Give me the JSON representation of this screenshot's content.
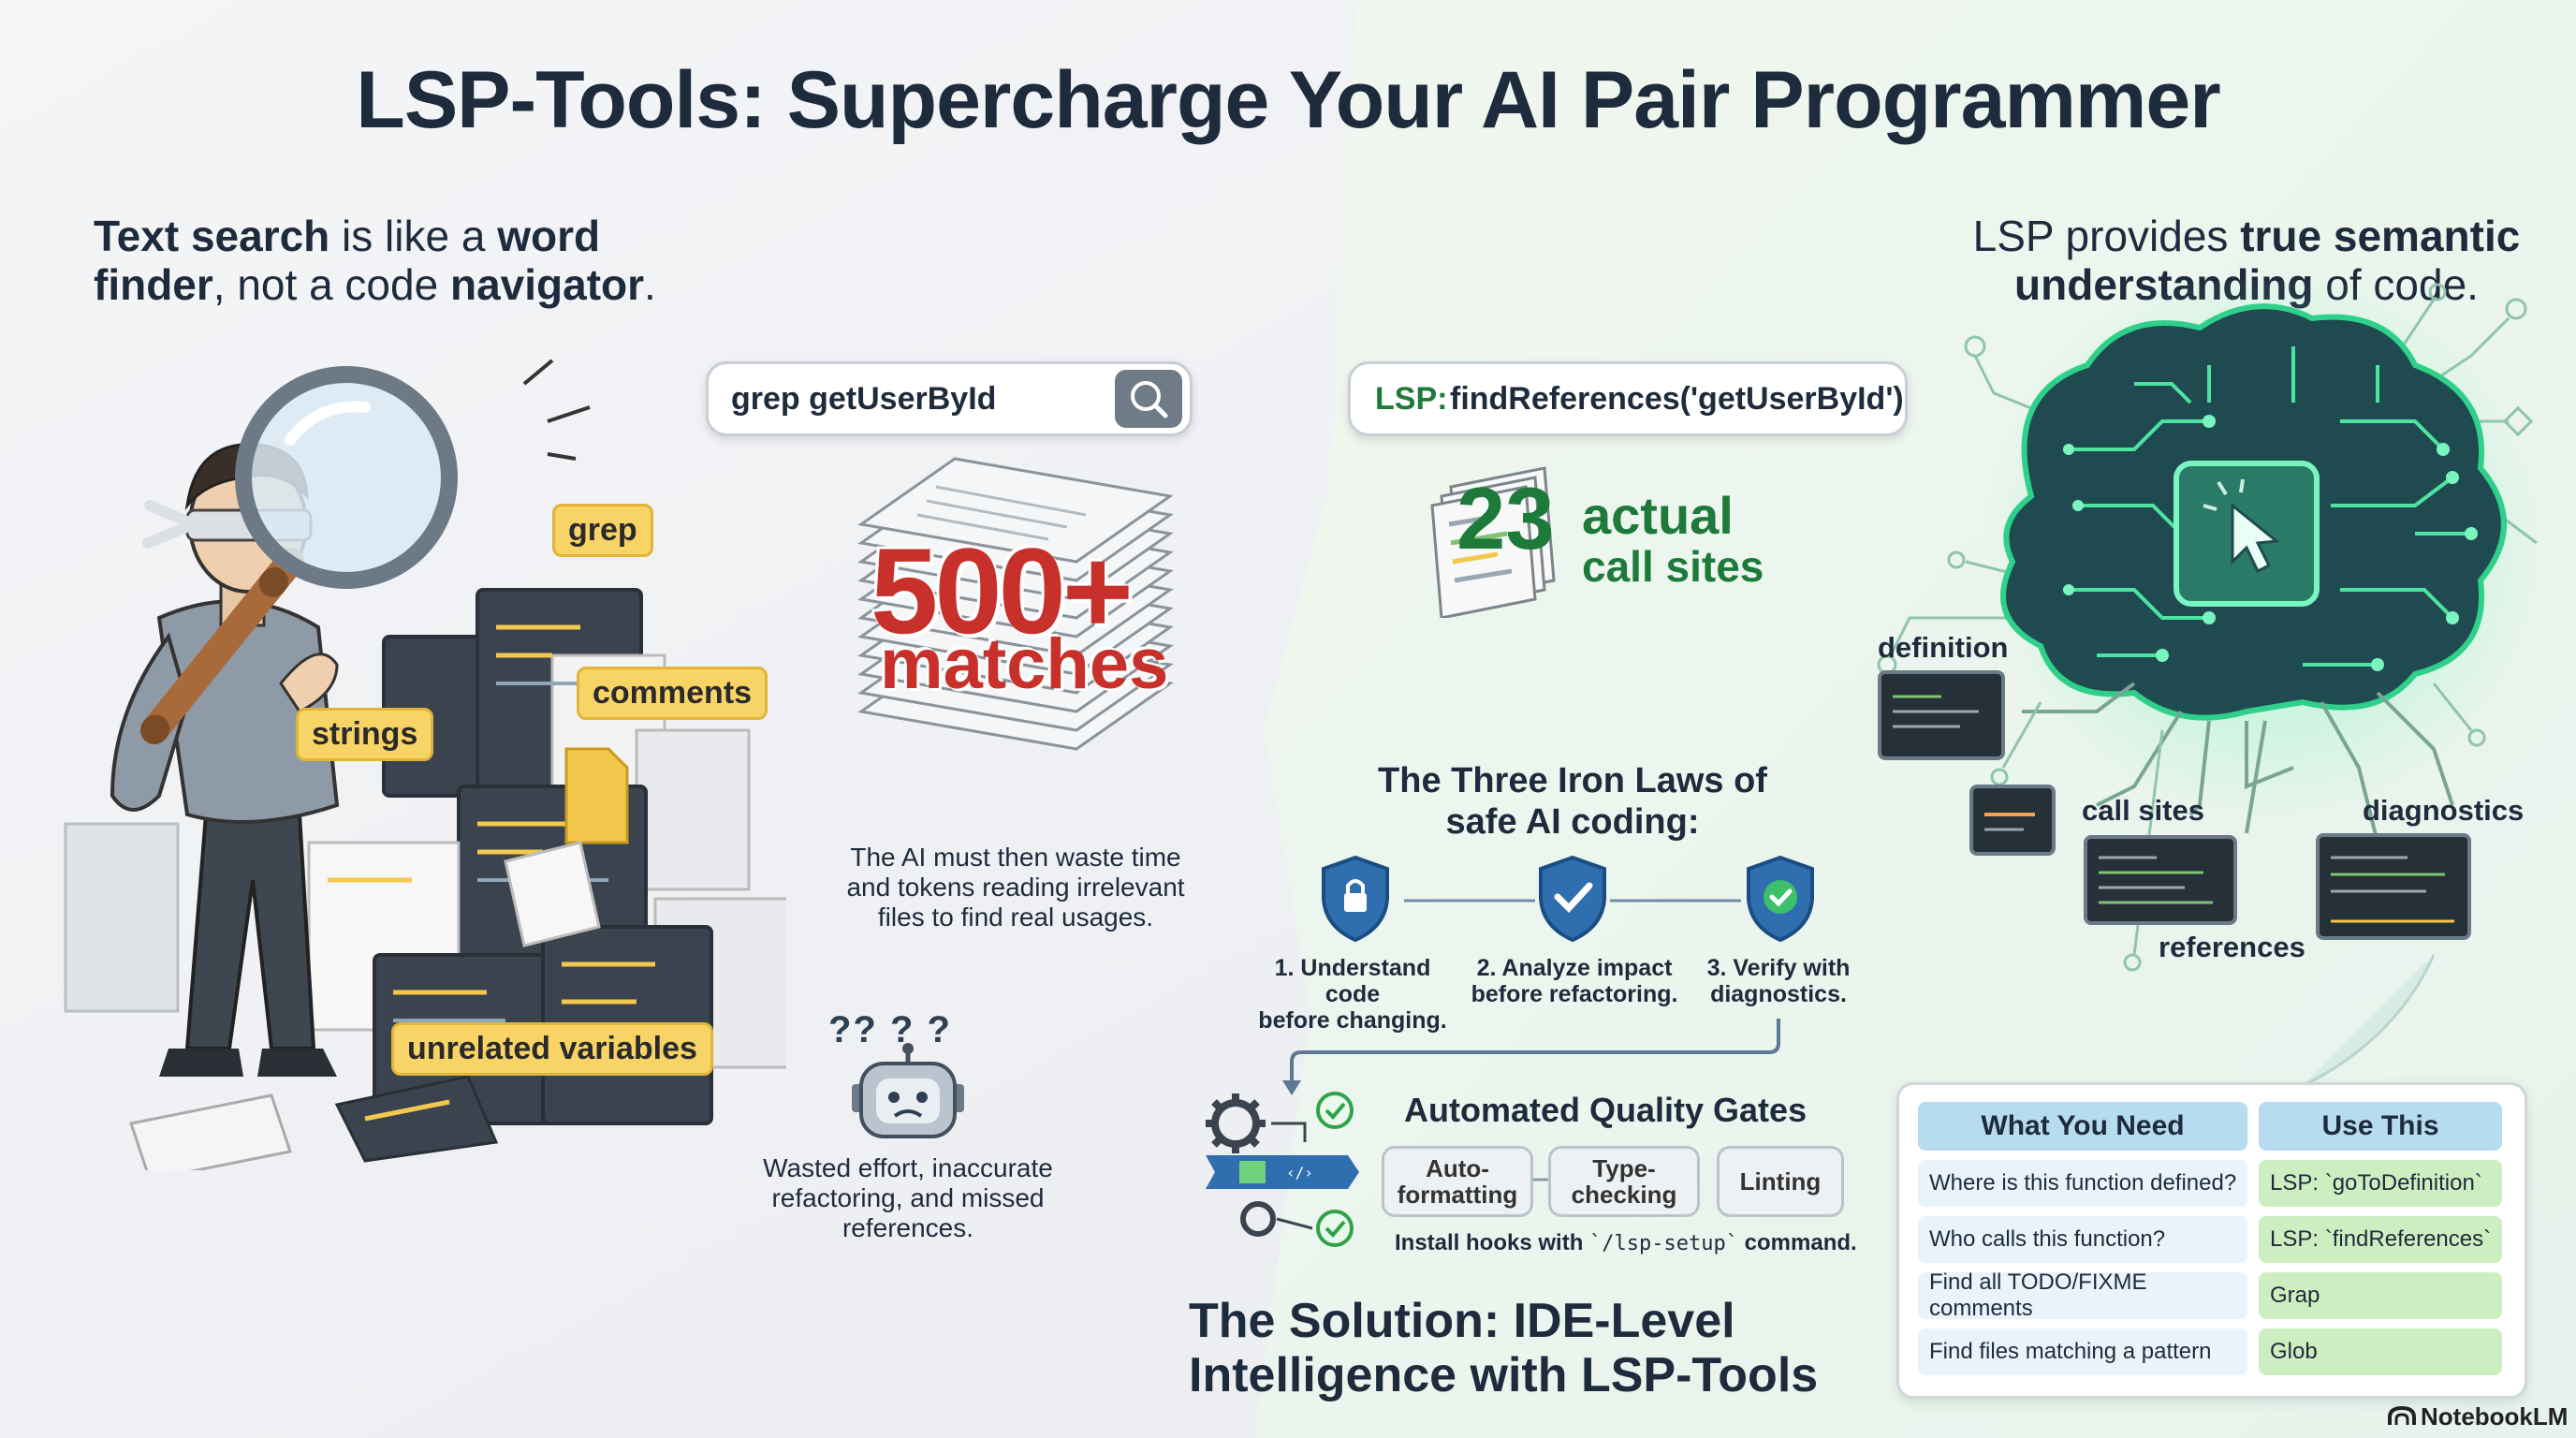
{
  "title": "LSP-Tools: Supercharge Your AI Pair Programmer",
  "left": {
    "lead": {
      "b1": "Text search",
      "t1": " is like a ",
      "b2": "word",
      "b3": "finder",
      "t2": ", not a code ",
      "b4": "navigator",
      "t3": "."
    },
    "search_text": "grep getUserById",
    "tags": {
      "grep": "grep",
      "comments": "comments",
      "strings": "strings",
      "unrelated": "unrelated variables"
    },
    "matches_count": "500+",
    "matches_word": "matches",
    "waste_note": [
      "The AI must then waste time",
      "and tokens reading irrelevant",
      "files to find real usages."
    ],
    "robot_glyphs": "?? ? ?",
    "effort_note": [
      "Wasted effort, inaccurate",
      "refactoring, and missed",
      "references."
    ]
  },
  "right": {
    "lead": {
      "t1": "LSP provides ",
      "b1": "true semantic",
      "b2": "understanding",
      "t2": " of code."
    },
    "lsp_prefix": "LSP:",
    "lsp_call": "findReferences('getUserById')",
    "count": "23",
    "count_line1": "actual",
    "count_line2": "call sites",
    "brain_labels": {
      "definition": "definition",
      "call_sites": "call sites",
      "diagnostics": "diagnostics",
      "references": "references"
    },
    "laws_title": [
      "The Three Iron Laws of",
      "safe AI coding:"
    ],
    "laws": [
      {
        "l1": "1. Understand code",
        "l2": "before changing."
      },
      {
        "l1": "2. Analyze impact",
        "l2": "before refactoring."
      },
      {
        "l1": "3. Verify with",
        "l2": "diagnostics."
      }
    ],
    "gates_title": "Automated Quality Gates",
    "gates": [
      {
        "l1": "Auto-",
        "l2": "formatting"
      },
      {
        "l1": "Type-",
        "l2": "checking"
      },
      {
        "l1": "Linting",
        "l2": ""
      }
    ],
    "gates_note": {
      "t1": "Install hooks with ",
      "code": "`/lsp-setup`",
      "t2": " command."
    },
    "solution": [
      "The Solution: IDE-Level",
      "Intelligence with LSP-Tools"
    ],
    "table": {
      "headers": [
        "What You Need",
        "Use This"
      ],
      "rows": [
        [
          "Where is this function defined?",
          "LSP: `goToDefinition`"
        ],
        [
          "Who calls this function?",
          "LSP: `findReferences`"
        ],
        [
          "Find all TODO/FIXME comments",
          "Grap"
        ],
        [
          "Find files matching a pattern",
          "Glob"
        ]
      ]
    }
  },
  "brand": "NotebookLM",
  "colors": {
    "accent_red": "#c8312b",
    "accent_green": "#1d7a3a",
    "tag_yellow": "#f8d466",
    "shield_blue": "#2f6fb0",
    "brain_green": "#2fd08a"
  },
  "icons": [
    "search-icon",
    "blindfolded-man-icon",
    "magnifier-icon",
    "paper-stack-icon",
    "sad-robot-icon",
    "shield-lock-icon",
    "shield-check-icon",
    "circuit-brain-icon",
    "cursor-chip-icon",
    "gear-icon",
    "check-circle-icon",
    "notebooklm-logo-icon"
  ]
}
